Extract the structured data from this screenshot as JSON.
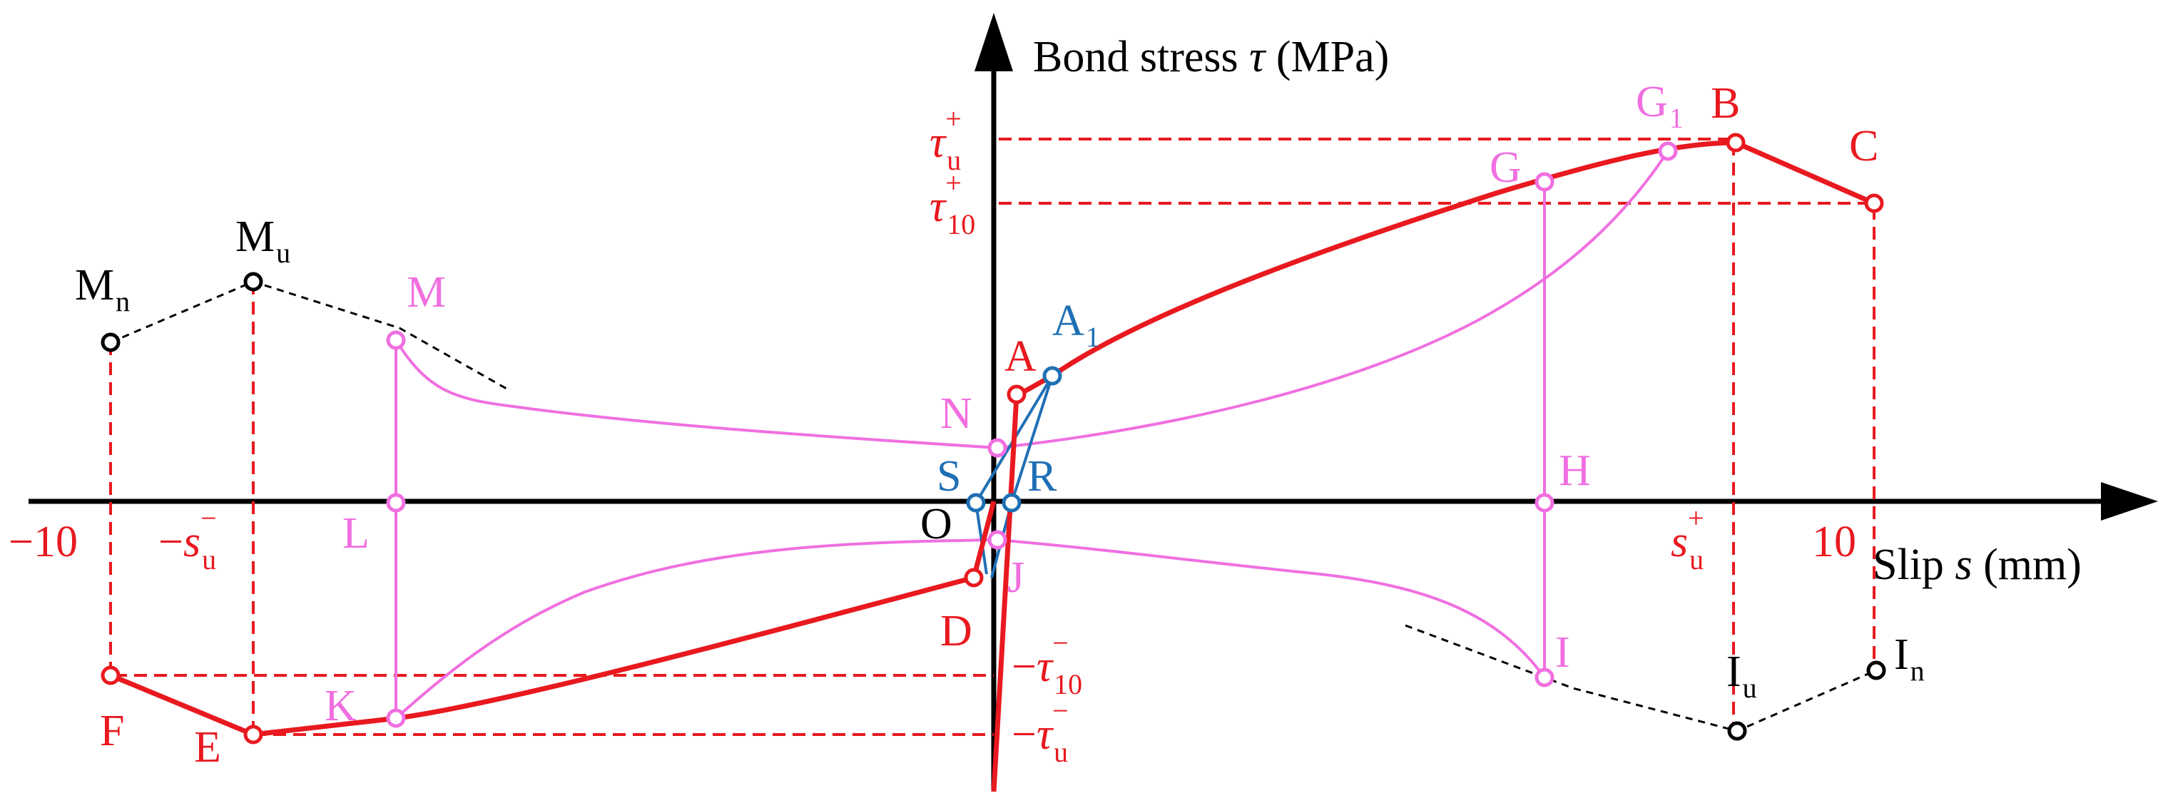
{
  "colors": {
    "axis": "#000000",
    "backbone": "#e8191f",
    "guide": "#e8191f",
    "unload": "#f06fe0",
    "initial": "#1f6fb5",
    "extension": "#000000"
  },
  "axes": {
    "y_label": {
      "pre": "Bond stress ",
      "sym": "τ",
      "post": " (MPa)"
    },
    "x_label": {
      "pre": "Slip ",
      "sym": "s",
      "post": " (mm)"
    },
    "x_ticks": {
      "neg": "−10",
      "pos": "10"
    }
  },
  "stress_levels": {
    "tau_u_pos": {
      "sym": "τ",
      "sub": "u",
      "sup": "+"
    },
    "tau_10_pos": {
      "sym": "τ",
      "sub": "10",
      "sup": "+"
    },
    "tau_10_neg": {
      "sign": "−",
      "sym": "τ",
      "sub": "10",
      "sup": "−"
    },
    "tau_u_neg": {
      "sign": "−",
      "sym": "τ",
      "sub": "u",
      "sup": "−"
    }
  },
  "slip_levels": {
    "s_u_pos": {
      "sym": "s",
      "sub": "u",
      "sup": "+"
    },
    "s_u_neg": {
      "sign": "−",
      "sym": "s",
      "sub": "u",
      "sup": "−"
    }
  },
  "points": {
    "origin": "O",
    "A": "A",
    "A1": {
      "base": "A",
      "sub": "1"
    },
    "B": "B",
    "C": "C",
    "D": "D",
    "E": "E",
    "F": "F",
    "G": "G",
    "G1": {
      "base": "G",
      "sub": "1"
    },
    "H": "H",
    "I": "I",
    "Iu": {
      "base": "I",
      "sub": "u"
    },
    "In": {
      "base": "I",
      "sub": "n"
    },
    "J": "J",
    "K": "K",
    "L": "L",
    "M": "M",
    "Mu": {
      "base": "M",
      "sub": "u"
    },
    "Mn": {
      "base": "M",
      "sub": "n"
    },
    "N": "N",
    "R": "R",
    "S": "S"
  }
}
